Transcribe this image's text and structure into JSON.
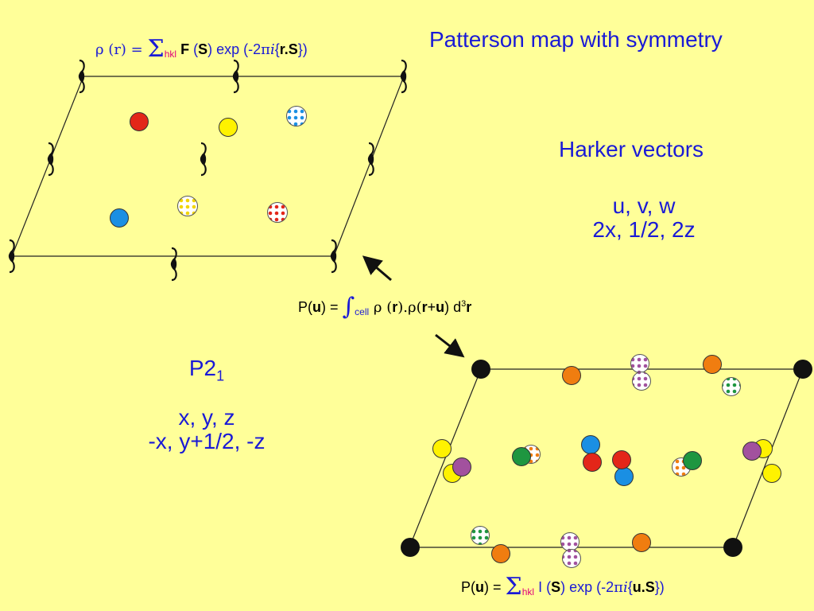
{
  "title": "Patterson map with symmetry",
  "harker": {
    "title": "Harker vectors",
    "line1": "u, v, w",
    "line2": "2x, 1/2, 2z"
  },
  "spacegroup": {
    "name": "P2",
    "subscript": "1",
    "line1": "x, y, z",
    "line2": "-x, y+1/2, -z"
  },
  "formulas": {
    "rho": {
      "lhs": "ρ (r) = ",
      "sum": "Σ",
      "h": "h",
      "k": "k",
      "l": "l",
      "F": "F",
      "rest1": " (",
      "S": "S",
      "rest2": ") exp (-2",
      "pi": "π",
      "i": "i",
      "rest3": "{",
      "dot": "r.S",
      "rest4": "})"
    },
    "patterson": {
      "lhs1": "P(",
      "u": "u",
      "lhs2": ") = ",
      "integral": "∫",
      "cell": "cell",
      "body1": " ρ (",
      "r1": "r",
      "body2": ").ρ(",
      "r2": "r",
      "plus": "+",
      "u2": "u",
      "body3": ") d",
      "three": "3",
      "r3": "r"
    },
    "fourier": {
      "lhs1": "P(",
      "u": "u",
      "lhs2": ") = ",
      "sum": "Σ",
      "h": "h",
      "k": "k",
      "l": "l",
      "I": " I (",
      "S": "S",
      "rest2": ") exp (-2",
      "pi": "π",
      "i": "i",
      "rest3": "{",
      "dot": "u.S",
      "rest4": "})"
    }
  },
  "colors": {
    "background": "#FFFF99",
    "red": "#E32619",
    "yellow": "#FFF200",
    "blue": "#1A8FE3",
    "orange": "#F07D10",
    "green": "#1E9640",
    "purple": "#A2519E",
    "black": "#111111"
  }
}
